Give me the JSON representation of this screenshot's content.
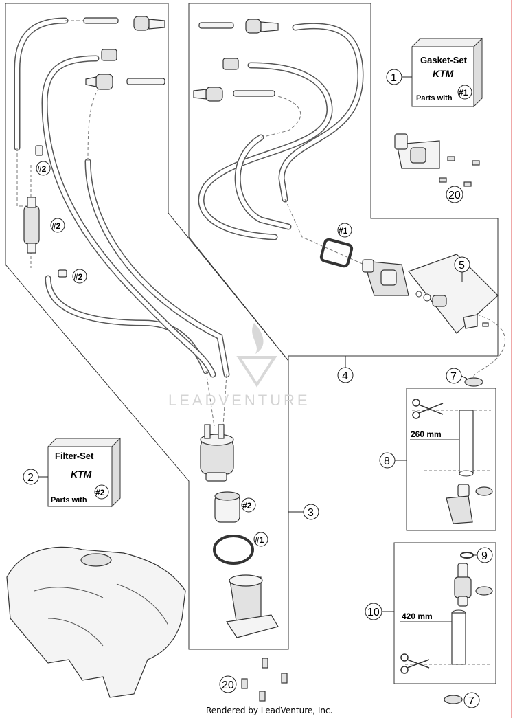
{
  "callouts": {
    "c1": "1",
    "c2": "2",
    "c3": "3",
    "c4": "4",
    "c5": "5",
    "c7a": "7",
    "c7b": "7",
    "c8": "8",
    "c9": "9",
    "c10": "10",
    "c20a": "20",
    "c20b": "20"
  },
  "tags": {
    "t2_a": "#2",
    "t2_b": "#2",
    "t2_c": "#2",
    "t2_d": "#2",
    "t1_a": "#1",
    "t1_b": "#1"
  },
  "gasket_set": {
    "title": "Gasket-Set",
    "brand": "KTM",
    "parts_with": "Parts with",
    "tag": "#1"
  },
  "filter_set": {
    "title": "Filter-Set",
    "brand": "KTM",
    "parts_with": "Parts with",
    "tag": "#2"
  },
  "dimensions": {
    "d260": "260 mm",
    "d420": "420 mm"
  },
  "watermark": "LEADVENTURE",
  "footer": "Rendered by LeadVenture, Inc."
}
